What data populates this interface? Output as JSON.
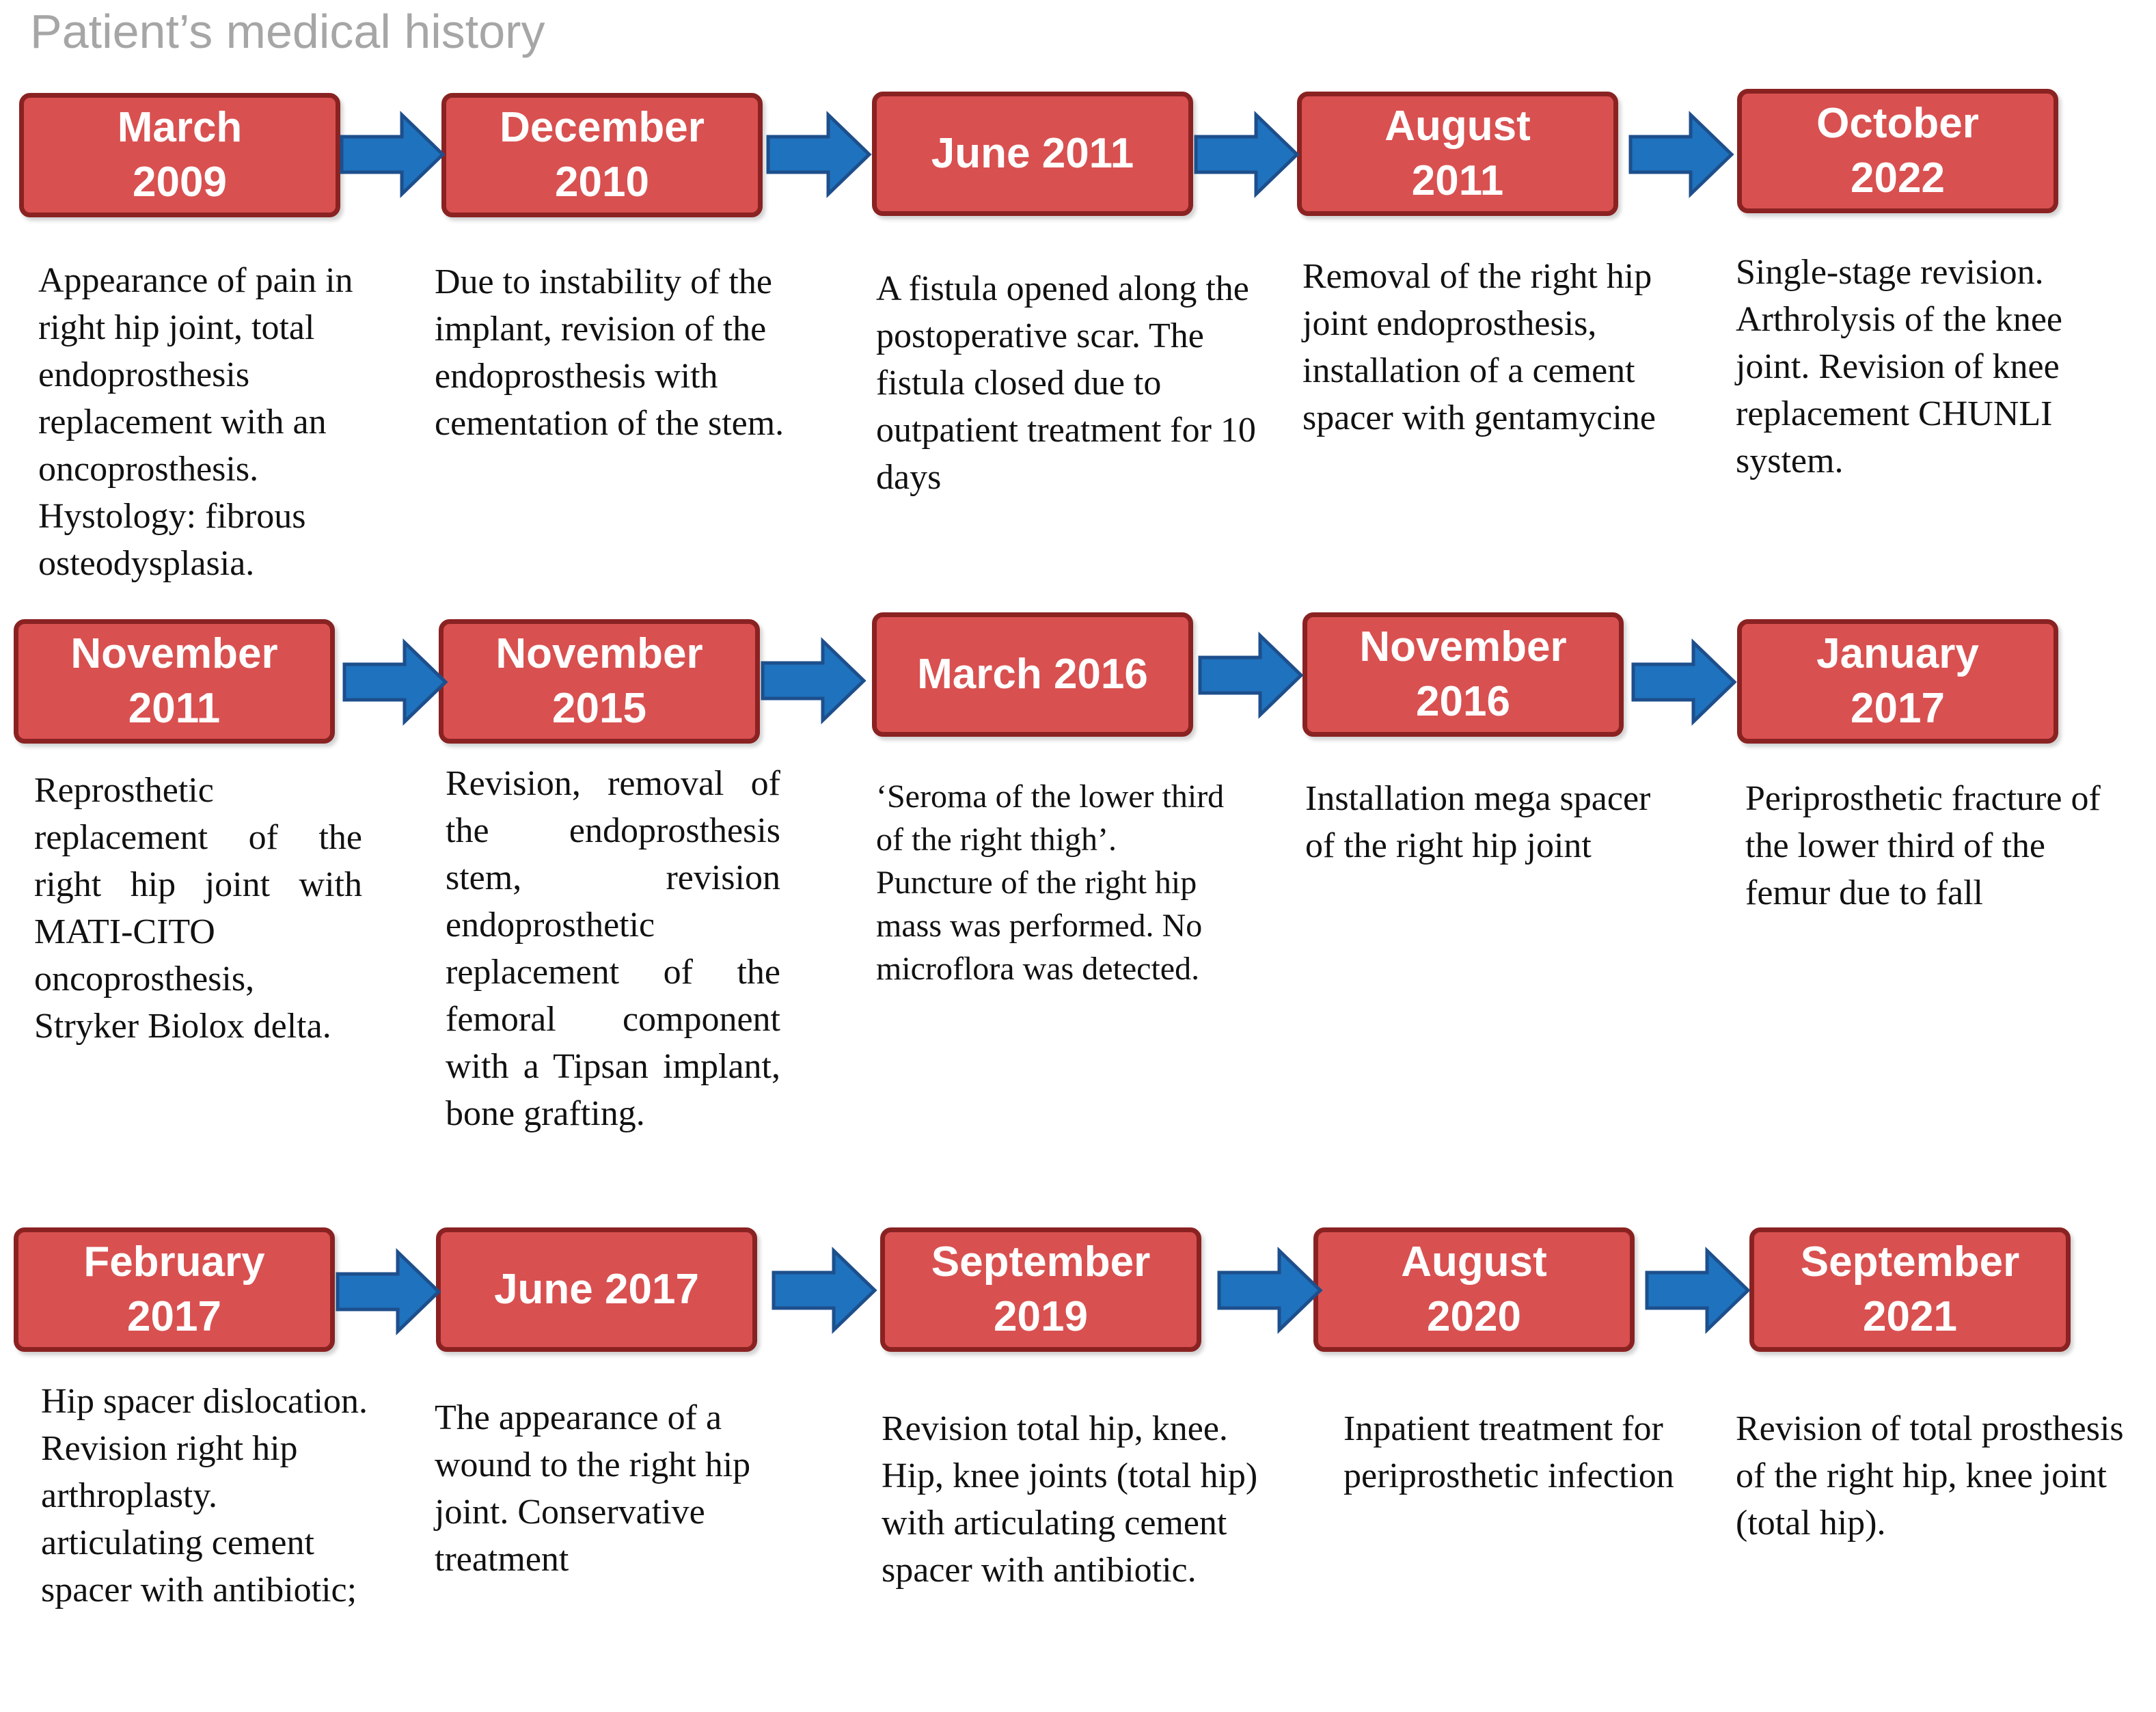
{
  "title": "Patient’s medical history",
  "colors": {
    "box_fill": "#d95050",
    "box_border": "#8a2222",
    "arrow_fill": "#1f72bd",
    "arrow_stroke": "#1d4f8c",
    "title": "#a6a6a6"
  },
  "events": [
    {
      "date": "March 2009",
      "description": "Appearance of pain in right hip joint, total endoprosthesis replacement with an oncoprosthesis. Hystology: fibrous osteodysplasia."
    },
    {
      "date": "December 2010",
      "description": "Due to instability of the implant, revision of the endoprosthesis with cementation of the stem."
    },
    {
      "date": "June 2011",
      "description": "A fistula opened along the postoperative scar. The fistula closed due to outpatient treatment for 10 days"
    },
    {
      "date": "August 2011",
      "description": "Removal of the right hip joint endoprosthesis, installation of a cement spacer with gentamycine"
    },
    {
      "date": "October 2022",
      "description": "Single-stage revision. Arthrolysis of the knee joint. Revision of knee replacement CHUNLI system."
    },
    {
      "date": "November 2011",
      "description": "Reprosthetic replacement of the right hip joint with MATI-CITO oncoprosthesis, Stryker Biolox delta."
    },
    {
      "date": "November 2015",
      "description": "Revision, removal of the endoprosthesis stem, revision endoprosthetic replacement of the femoral component with a Tipsan implant, bone grafting."
    },
    {
      "date": "March 2016",
      "description": "‘Seroma of the lower third of the right thigh’. Puncture of the right hip mass was performed. No microflora was detected."
    },
    {
      "date": "November 2016",
      "description": "Installation mega spacer of the right hip joint"
    },
    {
      "date": "January 2017",
      "description": "Periprosthetic fracture of the lower third of the femur due to fall"
    },
    {
      "date": "February 2017",
      "description": "Hip spacer dislocation. Revision right hip arthroplasty. articulating cement spacer with antibiotic;"
    },
    {
      "date": "June 2017",
      "description": "The appearance of a wound to the right hip joint. Conservative treatment"
    },
    {
      "date": "September 2019",
      "description": "Revision total hip, knee. Hip, knee joints (total hip) with articulating cement spacer with antibiotic."
    },
    {
      "date": "August 2020",
      "description": "Inpatient treatment for periprosthetic infection"
    },
    {
      "date": "September 2021",
      "description": "Revision of total prosthesis of the right hip, knee joint (total hip)."
    }
  ]
}
